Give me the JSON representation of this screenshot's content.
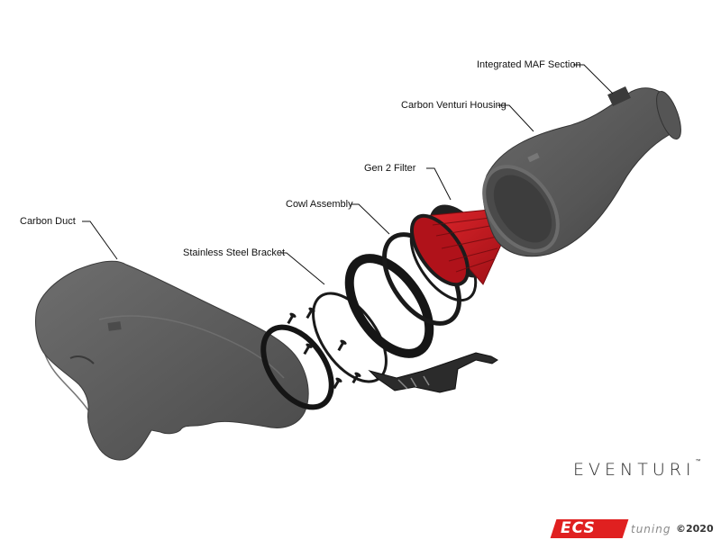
{
  "callouts": {
    "integrated_maf": "Integrated MAF Section",
    "carbon_venturi": "Carbon Venturi Housing",
    "gen2_filter": "Gen 2 Filter",
    "cowl_assembly": "Cowl Assembly",
    "carbon_duct": "Carbon Duct",
    "steel_bracket": "Stainless Steel Bracket"
  },
  "brand": {
    "name": "EVENTURI",
    "trademark": "™"
  },
  "watermark": {
    "logo": "ECS",
    "suffix": "tuning",
    "copyright": "©2020"
  },
  "colors": {
    "carbon": "#5a5a5a",
    "filter": "#c8141c",
    "ring": "#1c1c1c",
    "watermark_red": "#e02020"
  }
}
